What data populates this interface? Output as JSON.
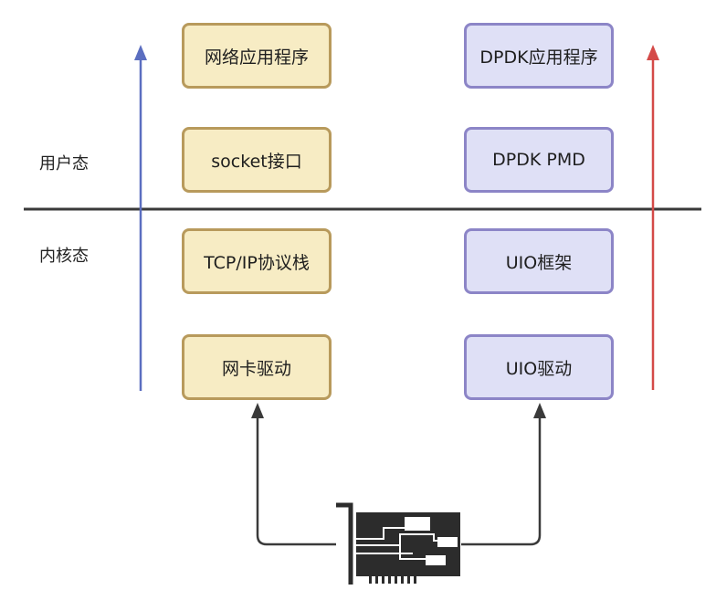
{
  "zones": {
    "user_space": "用户态",
    "kernel_space": "内核态"
  },
  "legacy_stack": {
    "color_fill": "#f7ecc4",
    "color_border": "#b89a5c",
    "layers": [
      "网络应用程序",
      "socket接口",
      "TCP/IP协议栈",
      "网卡驱动"
    ]
  },
  "dpdk_stack": {
    "color_fill": "#dfe0f6",
    "color_border": "#8c85c7",
    "layers": [
      "DPDK应用程序",
      "DPDK PMD",
      "UIO框架",
      "UIO驱动"
    ]
  },
  "arrows": {
    "legacy_path_color": "#5b6ec0",
    "dpdk_path_color": "#d44a48",
    "nic_link_color": "#3a3a3a"
  },
  "divider_color": "#3a3a3a",
  "nic_icon": "network-card-icon"
}
